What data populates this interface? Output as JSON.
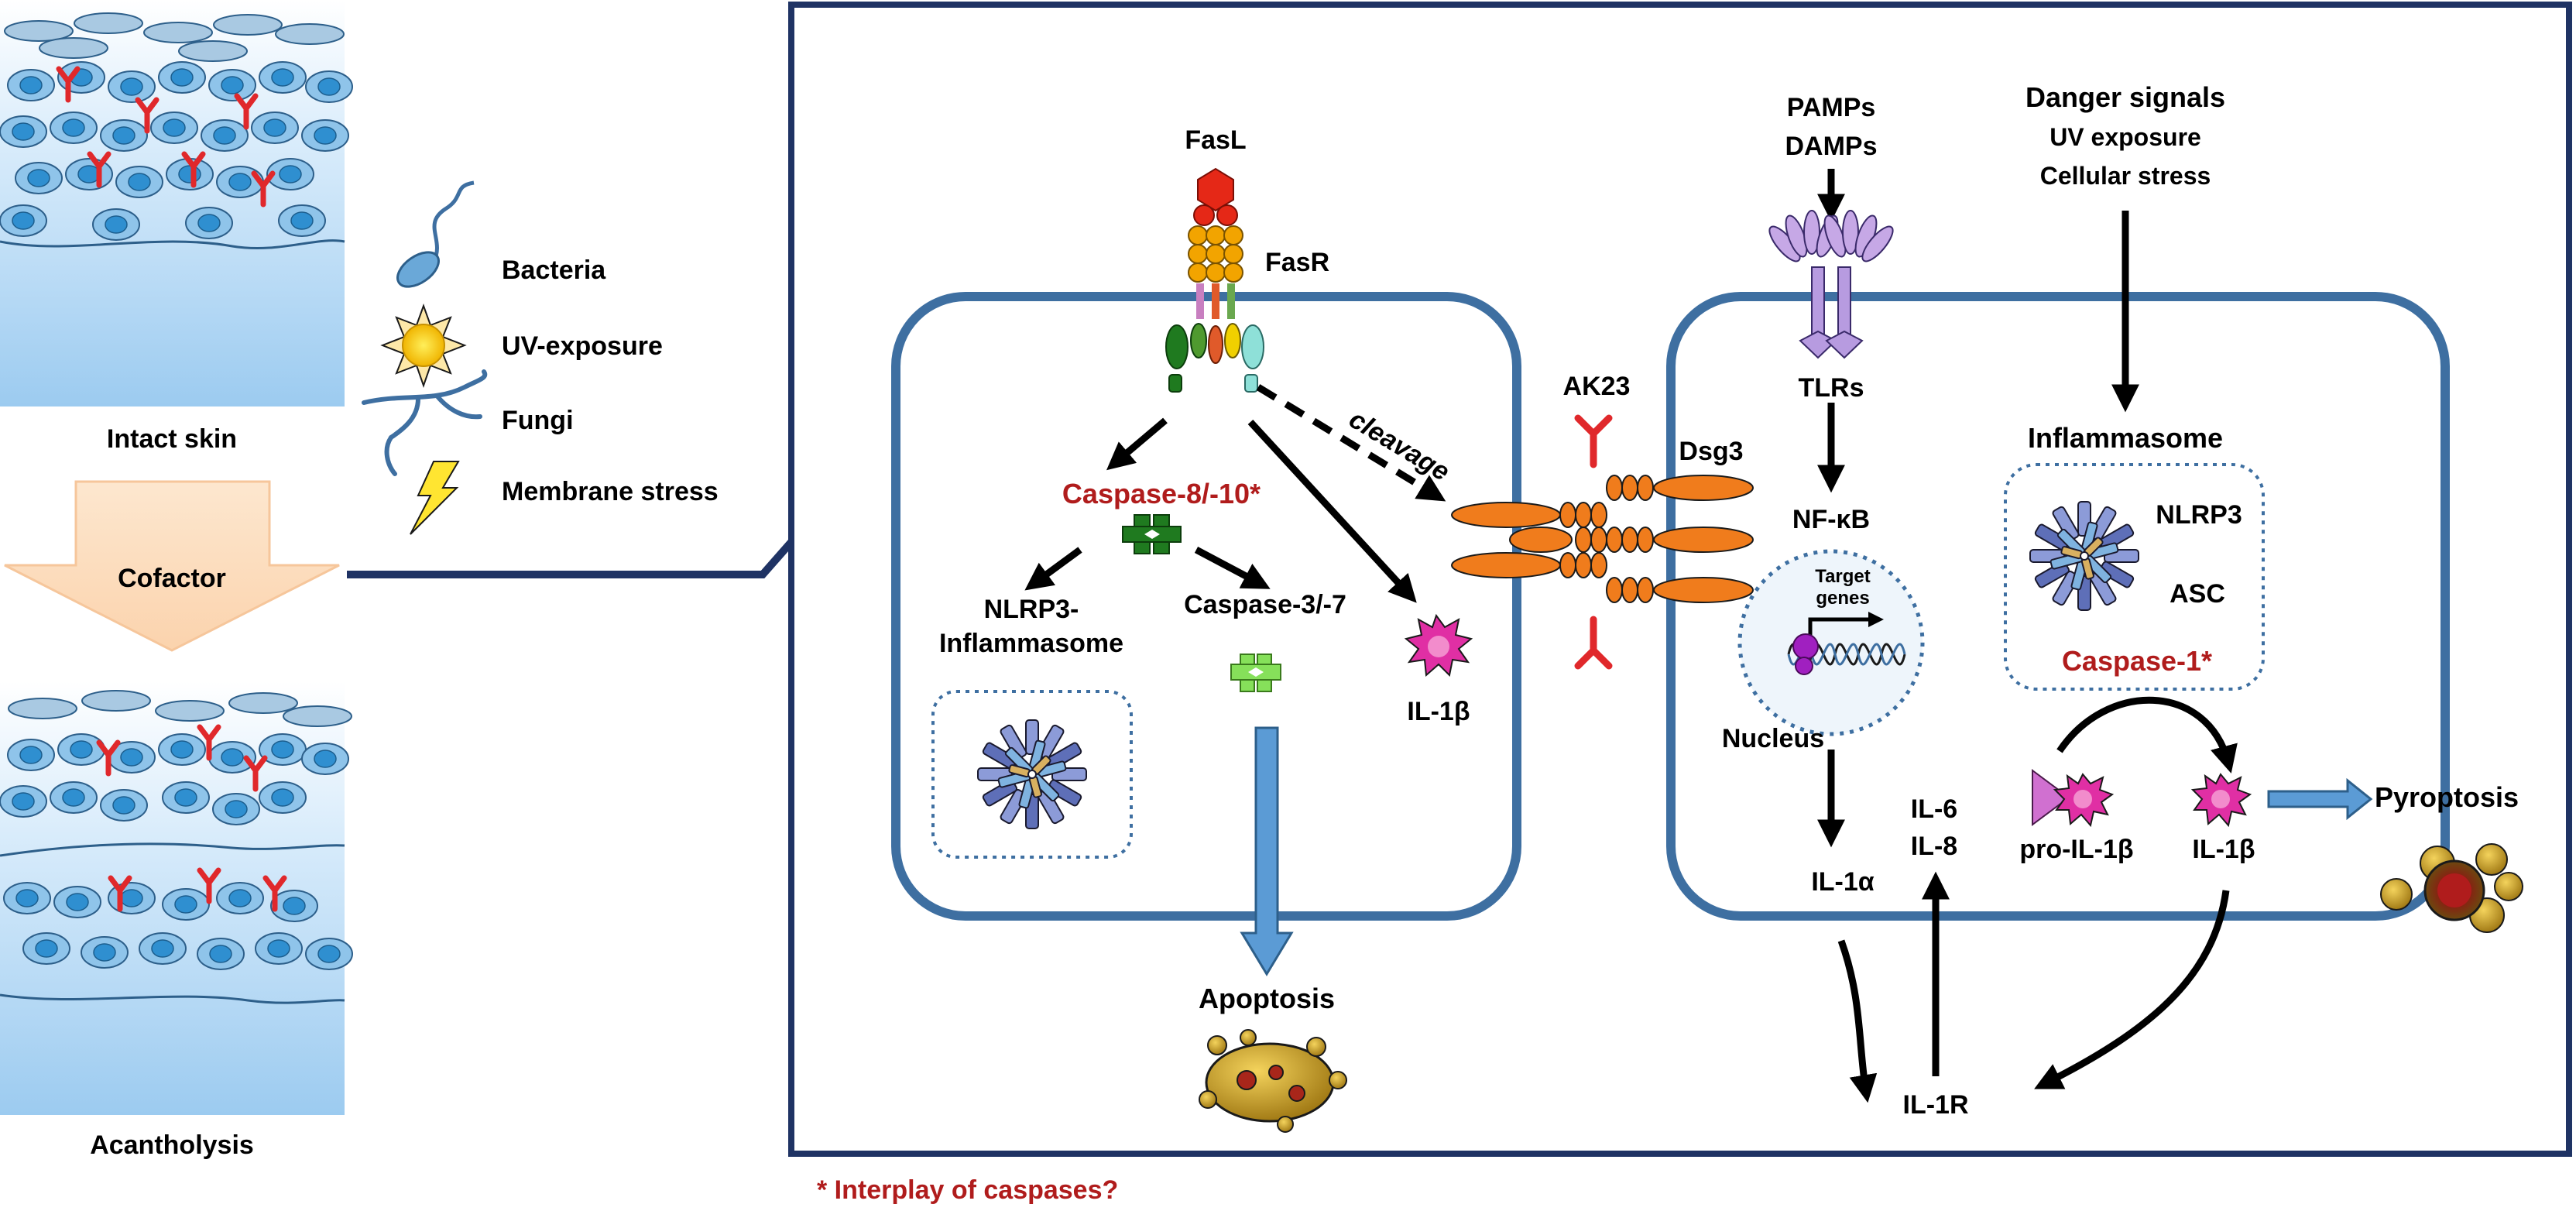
{
  "left_panel": {
    "intact_label": "Intact skin",
    "cofactor_label": "Cofactor",
    "acantholysis_label": "Acantholysis"
  },
  "cofactors": [
    {
      "icon": "bacteria-icon",
      "label": "Bacteria"
    },
    {
      "icon": "sun-icon",
      "label": "UV-exposure"
    },
    {
      "icon": "fungi-icon",
      "label": "Fungi"
    },
    {
      "icon": "lightning-icon",
      "label": "Membrane stress"
    }
  ],
  "left_cell": {
    "fasl": "FasL",
    "fasr": "FasR",
    "cleavage": "cleavage",
    "caspase_8_10": "Caspase-8/-10*",
    "nlrp3_line1": "NLRP3-",
    "nlrp3_line2": "Inflammasome",
    "caspase_3_7": "Caspase-3/-7",
    "il1b": "IL-1β",
    "apoptosis": "Apoptosis"
  },
  "junction": {
    "ak23": "AK23",
    "dsg3": "Dsg3"
  },
  "right_cell": {
    "pamps": "PAMPs",
    "damps": "DAMPs",
    "tlrs": "TLRs",
    "nfkb": "NF-κB",
    "target_line1": "Target",
    "target_line2": "genes",
    "nucleus": "Nucleus",
    "il1a": "IL-1α",
    "il6": "IL-6",
    "il8": "IL-8",
    "il1r": "IL-1R",
    "danger1": "Danger signals",
    "danger2": "UV exposure",
    "danger3": "Cellular stress",
    "inflammasome": "Inflammasome",
    "nlrp3": "NLRP3",
    "asc": "ASC",
    "caspase1": "Caspase-1*",
    "pro_il1b": "pro-IL-1β",
    "il1b": "IL-1β",
    "pyroptosis": "Pyroptosis"
  },
  "footnote": "* Interplay of caspases?",
  "colors": {
    "frame": "#1f3364",
    "cell_border": "#3e6fa1",
    "caspase_red": "#b01c1c",
    "dsg_orange": "#f07c1c",
    "antibody_red": "#e0282b",
    "skin_cell": "#5fa8d6",
    "arrow_blue": "#5b9bd5"
  }
}
